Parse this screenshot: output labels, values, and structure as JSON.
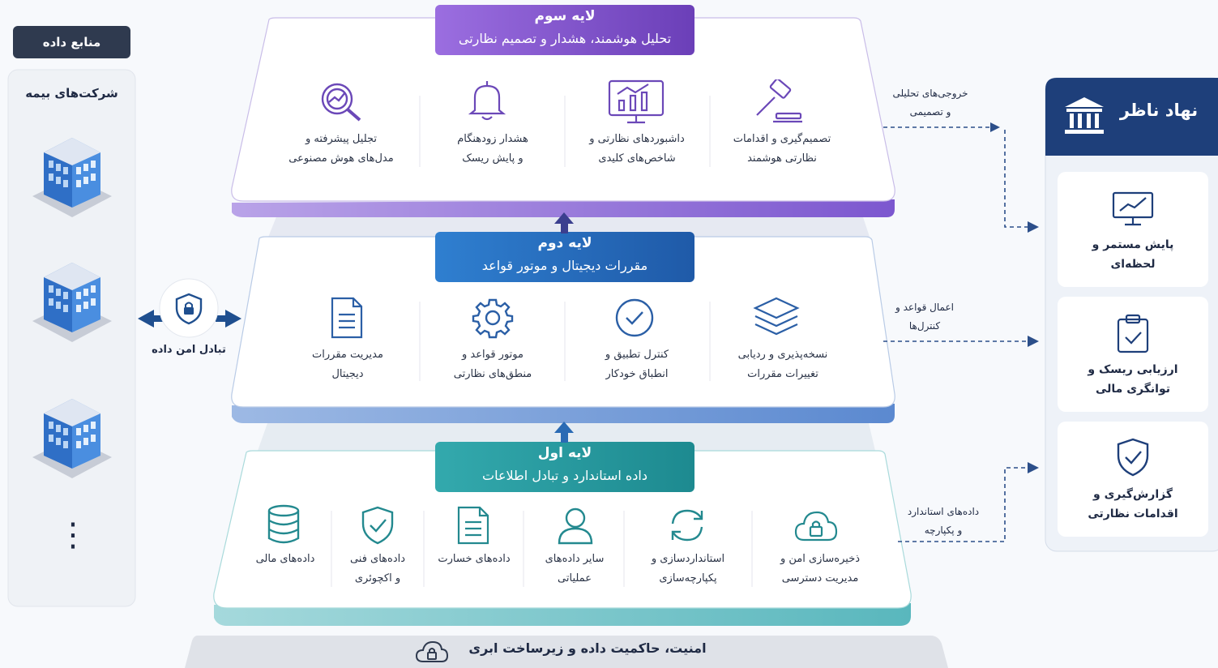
{
  "sources": {
    "header": "منابع داده",
    "title": "شرکت‌های بیمه",
    "dots": "⋮"
  },
  "exchange": {
    "label": "تبادل امن داده"
  },
  "layer3": {
    "line1": "لایه سوم",
    "line2": "تحلیل هوشمند، هشدار و تصمیم نظارتی",
    "items": [
      {
        "icon": "gavel-icon",
        "l1": "تصمیم‌گیری و اقدامات",
        "l2": "نظارتی هوشمند"
      },
      {
        "icon": "dashboard-icon",
        "l1": "داشبوردهای نظارتی و",
        "l2": "شاخص‌های کلیدی"
      },
      {
        "icon": "bell-icon",
        "l1": "هشدار زودهنگام",
        "l2": "و پایش ریسک"
      },
      {
        "icon": "magnifier-chart-icon",
        "l1": "تجلیل پیشرفته و",
        "l2": "مدل‌های هوش مصنوعی"
      }
    ]
  },
  "layer2": {
    "line1": "لایه دوم",
    "line2": "مقررات دیجیتال و موتور قواعد",
    "items": [
      {
        "icon": "layers-icon",
        "l1": "نسخه‌پذیری و ردیابی",
        "l2": "تغییرات مقررات"
      },
      {
        "icon": "check-circle-icon",
        "l1": "کنترل تطبیق و",
        "l2": "انطباق خودکار"
      },
      {
        "icon": "gear-icon",
        "l1": "موتور قواعد و",
        "l2": "منطق‌های نظارتی"
      },
      {
        "icon": "document-icon",
        "l1": "مدیریت مقررات",
        "l2": "دیجیتال"
      }
    ]
  },
  "layer1": {
    "line1": "لایه اول",
    "line2": "داده استاندارد و تبادل اطلاعات",
    "items": [
      {
        "icon": "cloud-lock-icon",
        "l1": "ذخیره‌سازی امن و",
        "l2": "مدیریت دسترسی"
      },
      {
        "icon": "sync-icon",
        "l1": "استانداردسازی و",
        "l2": "پکپارچه‌سازی"
      },
      {
        "icon": "user-icon",
        "l1": "سایر داده‌های",
        "l2": "عملیاتی"
      },
      {
        "icon": "document-icon",
        "l1": "داده‌های خسارت",
        "l2": ""
      },
      {
        "icon": "shield-check-icon",
        "l1": "داده‌های فنی",
        "l2": "و اکچوئری"
      },
      {
        "icon": "database-icon",
        "l1": "داده‌های مالی",
        "l2": ""
      }
    ]
  },
  "footer": {
    "label": "امنیت، حاکمیت داده و زیرساخت ابری"
  },
  "flows": {
    "top": {
      "l1": "خروجی‌های تحلیلی",
      "l2": "و تصمیمی"
    },
    "mid": {
      "l1": "اعمال قواعد و",
      "l2": "کنترل‌ها"
    },
    "bot": {
      "l1": "داده‌های استاندارد",
      "l2": "و پکپارچه"
    }
  },
  "regulator": {
    "title": "نهاد ناظر",
    "cards": [
      {
        "icon": "monitor-chart-icon",
        "l1": "پایش مستمر و",
        "l2": "لحظه‌ای"
      },
      {
        "icon": "clipboard-check-icon",
        "l1": "ارزیابی ریسک و",
        "l2": "توانگری مالی"
      },
      {
        "icon": "shield-check-icon",
        "l1": "گزارش‌گیری و",
        "l2": "اقدامات نظارتی"
      }
    ]
  },
  "colors": {
    "purple": "#7a4fc9",
    "blue": "#2f6fbf",
    "teal": "#2aa0a6",
    "navy": "#1e3f7a",
    "dark": "#2f3a4f"
  }
}
